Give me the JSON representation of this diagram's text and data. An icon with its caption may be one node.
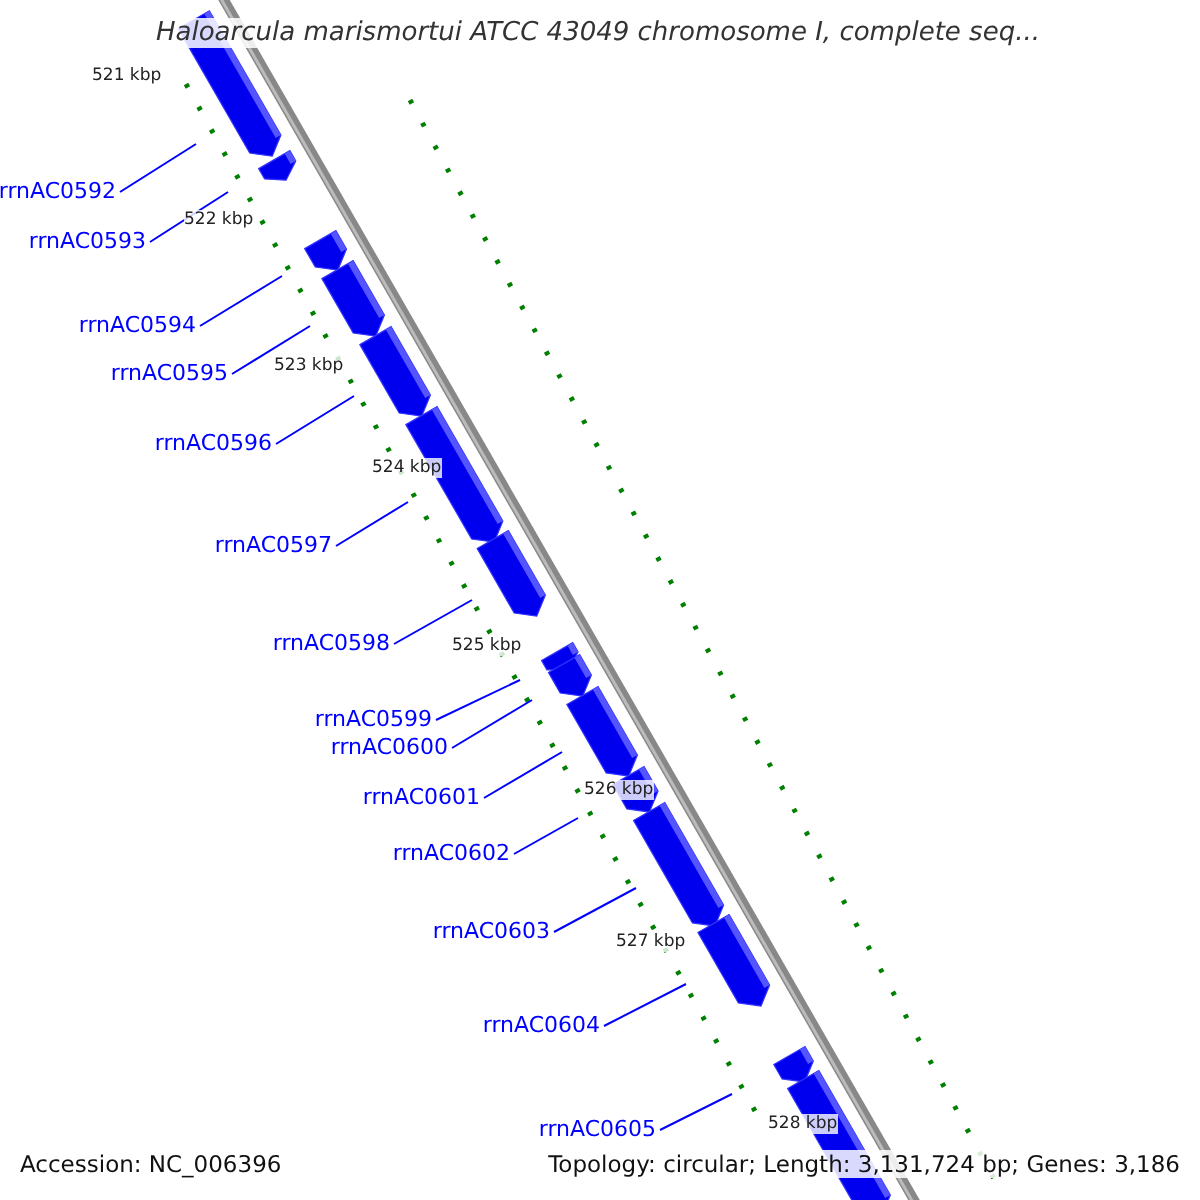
{
  "diagram": {
    "title": "Haloarcula marismortui ATCC 43049 chromosome I, complete seq...",
    "nodes": [
      {
        "text": [
          "rrnAC0592"
        ]
      },
      {
        "text": [
          "rrnAC0593"
        ]
      },
      {
        "text": [
          "rrnAC0594"
        ]
      },
      {
        "text": [
          "rrnAC0595"
        ]
      },
      {
        "text": [
          "rrnAC0596"
        ]
      },
      {
        "text": [
          "rrnAC0597"
        ]
      },
      {
        "text": [
          "rrnAC0598"
        ]
      },
      {
        "text": [
          "rrnAC0599"
        ]
      },
      {
        "text": [
          "rrnAC0600"
        ]
      },
      {
        "text": [
          "rrnAC0601"
        ]
      },
      {
        "text": [
          "rrnAC0602"
        ]
      },
      {
        "text": [
          "rrnAC0603"
        ]
      },
      {
        "text": [
          "rrnAC0604"
        ]
      },
      {
        "text": [
          "rrnAC0605"
        ]
      }
    ],
    "edges": [
      {
        "from": 0,
        "to": null,
        "arrow": "none"
      },
      {
        "from": 1,
        "to": null,
        "arrow": "none"
      },
      {
        "from": 2,
        "to": null,
        "arrow": "none"
      },
      {
        "from": 3,
        "to": null,
        "arrow": "none"
      },
      {
        "from": 4,
        "to": null,
        "arrow": "none"
      },
      {
        "from": 5,
        "to": null,
        "arrow": "none"
      },
      {
        "from": 6,
        "to": null,
        "arrow": "none"
      },
      {
        "from": 7,
        "to": null,
        "arrow": "none"
      },
      {
        "from": 8,
        "to": null,
        "arrow": "none"
      },
      {
        "from": 9,
        "to": null,
        "arrow": "none"
      },
      {
        "from": 10,
        "to": null,
        "arrow": "none"
      },
      {
        "from": 11,
        "to": null,
        "arrow": "none"
      },
      {
        "from": 12,
        "to": null,
        "arrow": "none"
      },
      {
        "from": 13,
        "to": null,
        "arrow": "none"
      }
    ],
    "labels": [
      "521 kbp",
      "522 kbp",
      "523 kbp",
      "524 kbp",
      "525 kbp",
      "526 kbp",
      "527 kbp",
      "528 kbp",
      "Accession: NC_006396",
      "Topology: circular; Length: 3,131,724 bp; Genes: 3,186"
    ]
  }
}
